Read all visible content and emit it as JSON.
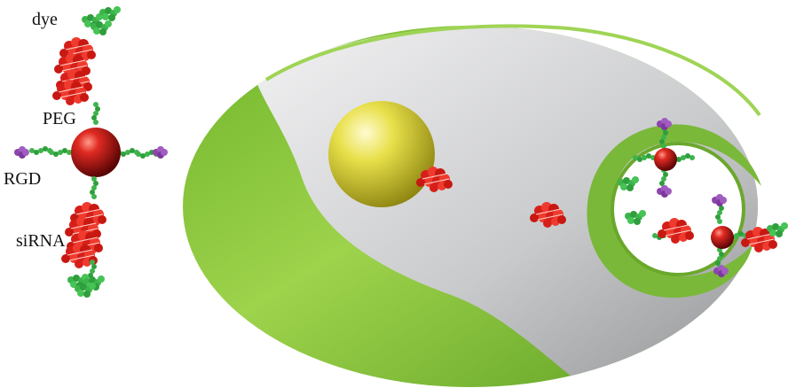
{
  "labels": {
    "dye": "dye",
    "peg": "PEG",
    "rgd": "RGD",
    "sirna": "siRNA"
  },
  "colors": {
    "cell_membrane": "#8dc63f",
    "cell_interior": "#cfd0d2",
    "nanoparticle_core": "#c8201e",
    "peg_chain": "#3cb44b",
    "rgd_peptide": "#8e44ad",
    "sirna": "#e8281e",
    "yellow_sphere": "#e3dc3a"
  },
  "legend_icon": "nanoparticle-conjugate-icon"
}
